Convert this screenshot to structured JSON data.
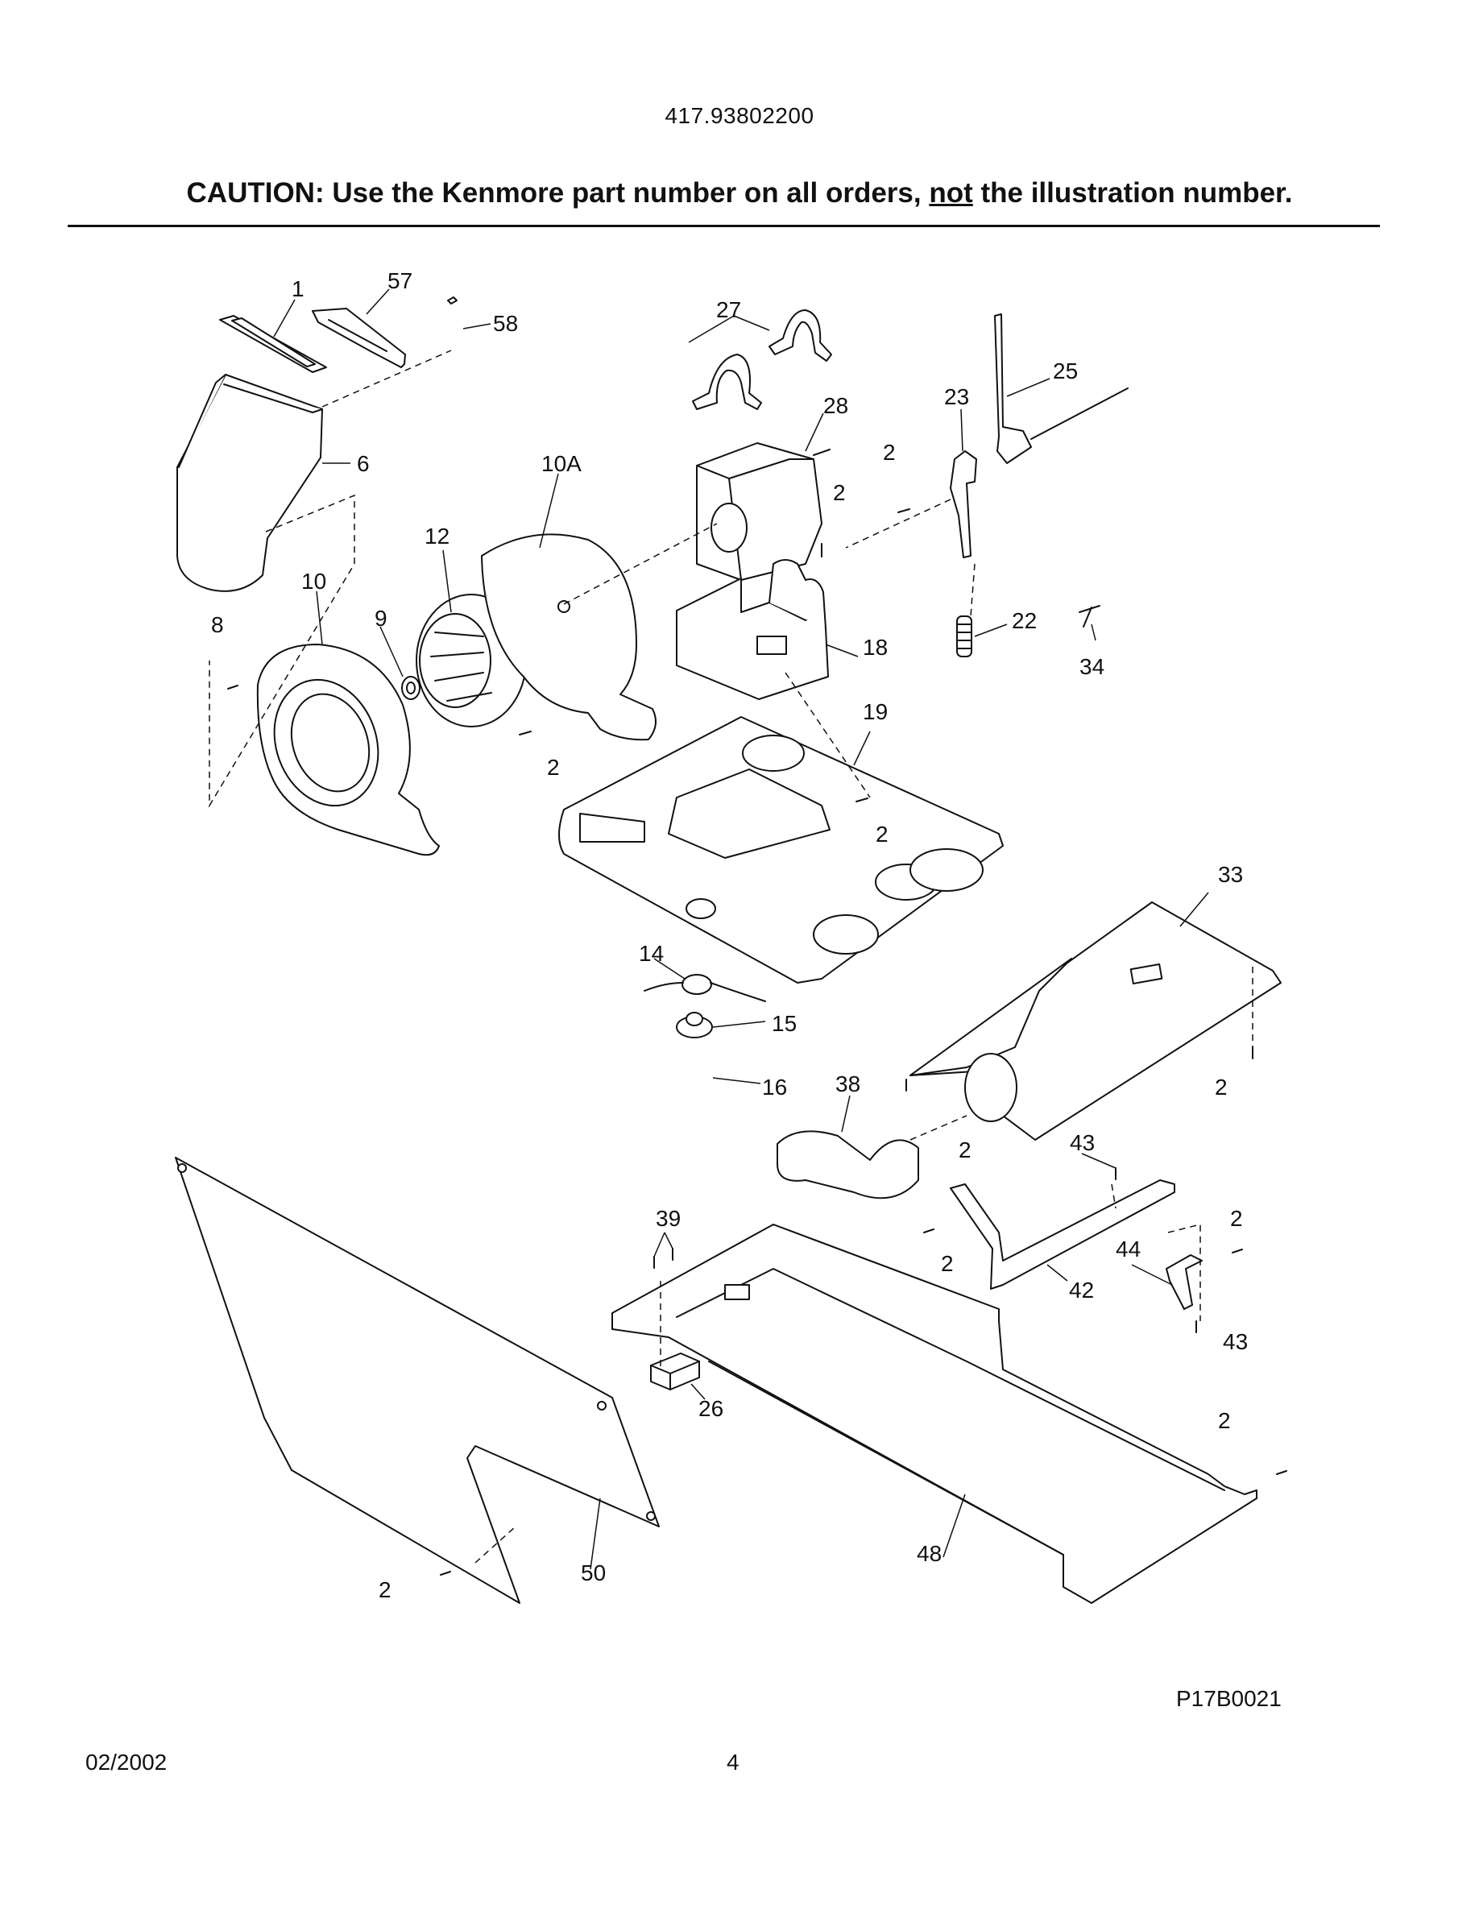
{
  "header": {
    "model_number": "417.93802200",
    "caution_prefix": "CAUTION: Use the Kenmore part number on all orders, ",
    "caution_emphasis": "not",
    "caution_suffix": " the illustration number."
  },
  "diagram": {
    "id": "P17B0021",
    "callouts": [
      "1",
      "57",
      "58",
      "27",
      "25",
      "28",
      "23",
      "2",
      "6",
      "10A",
      "12",
      "10",
      "8",
      "9",
      "18",
      "22",
      "34",
      "19",
      "33",
      "14",
      "15",
      "16",
      "38",
      "43",
      "39",
      "44",
      "42",
      "26",
      "48",
      "50"
    ]
  },
  "footer": {
    "date": "02/2002",
    "page": "4"
  }
}
